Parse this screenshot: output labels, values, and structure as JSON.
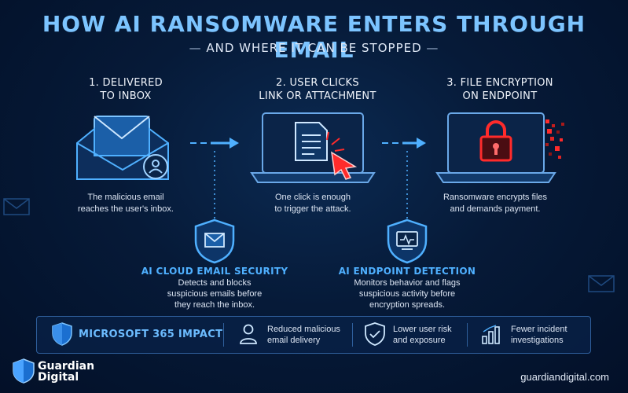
{
  "header": {
    "title": "HOW AI RANSOMWARE ENTERS THROUGH EMAIL",
    "subtitle": "AND WHERE IT CAN BE STOPPED",
    "dash": "—"
  },
  "steps": [
    {
      "title_line1": "1. DELIVERED",
      "title_line2": "TO INBOX",
      "desc_line1": "The malicious email",
      "desc_line2": "reaches the user's inbox.",
      "icon": "inbox-envelope-icon"
    },
    {
      "title_line1": "2. USER CLICKS",
      "title_line2": "LINK OR ATTACHMENT",
      "desc_line1": "One click is enough",
      "desc_line2": "to trigger the attack.",
      "icon": "laptop-click-icon"
    },
    {
      "title_line1": "3. FILE ENCRYPTION",
      "title_line2": "ON ENDPOINT",
      "desc_line1": "Ransomware encrypts files",
      "desc_line2": "and demands payment.",
      "icon": "laptop-lock-icon"
    }
  ],
  "defenses": [
    {
      "title": "AI CLOUD EMAIL SECURITY",
      "desc_line1": "Detects and blocks",
      "desc_line2": "suspicious emails before",
      "desc_line3": "they reach the inbox.",
      "icon": "shield-envelope-icon"
    },
    {
      "title": "AI ENDPOINT DETECTION",
      "desc_line1": "Monitors behavior and flags",
      "desc_line2": "suspicious activity before",
      "desc_line3": "encryption spreads.",
      "icon": "shield-monitor-icon"
    }
  ],
  "impact": {
    "label": "MICROSOFT 365 IMPACT",
    "items": [
      {
        "line1": "Reduced malicious",
        "line2": "email delivery",
        "icon": "user-icon"
      },
      {
        "line1": "Lower user risk",
        "line2": "and exposure",
        "icon": "shield-check-icon"
      },
      {
        "line1": "Fewer incident",
        "line2": "investigations",
        "icon": "bar-chart-icon"
      }
    ]
  },
  "footer": {
    "brand_line1": "Guardian",
    "brand_line2": "Digital",
    "url": "guardiandigital.com"
  },
  "colors": {
    "accent": "#4fb0ff",
    "title": "#7cc4ff",
    "alert_red": "#ff2b2b",
    "background": "#061a38"
  }
}
